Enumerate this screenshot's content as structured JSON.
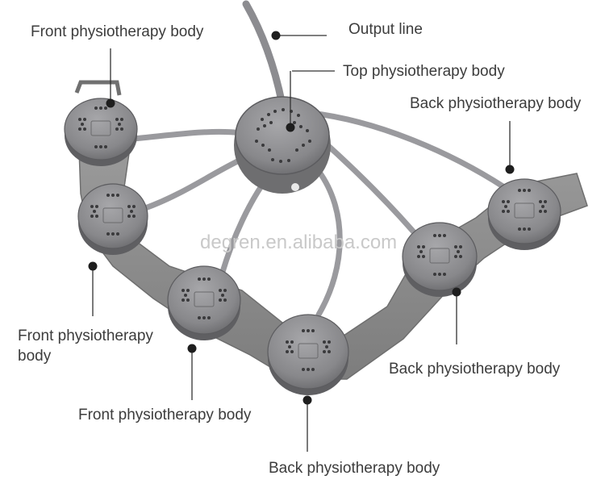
{
  "labels": {
    "output_line": "Output line",
    "top_body": "Top physiotherapy body",
    "front_body_1": "Front physiotherapy body",
    "front_body_2_line1": "Front physiotherapy",
    "front_body_2_line2": "body",
    "front_body_3": "Front physiotherapy body",
    "back_body_1": "Back physiotherapy body",
    "back_body_2": "Back physiotherapy body",
    "back_body_3": "Back physiotherapy body"
  },
  "watermark": "degren.en.alibaba.com",
  "colors": {
    "device_body": "#8a8a8c",
    "device_edge": "#6e6e70",
    "strap": "#8f8f8f",
    "cable": "#9a9a9e",
    "callout": "#333333",
    "text": "#3c3c3c"
  }
}
